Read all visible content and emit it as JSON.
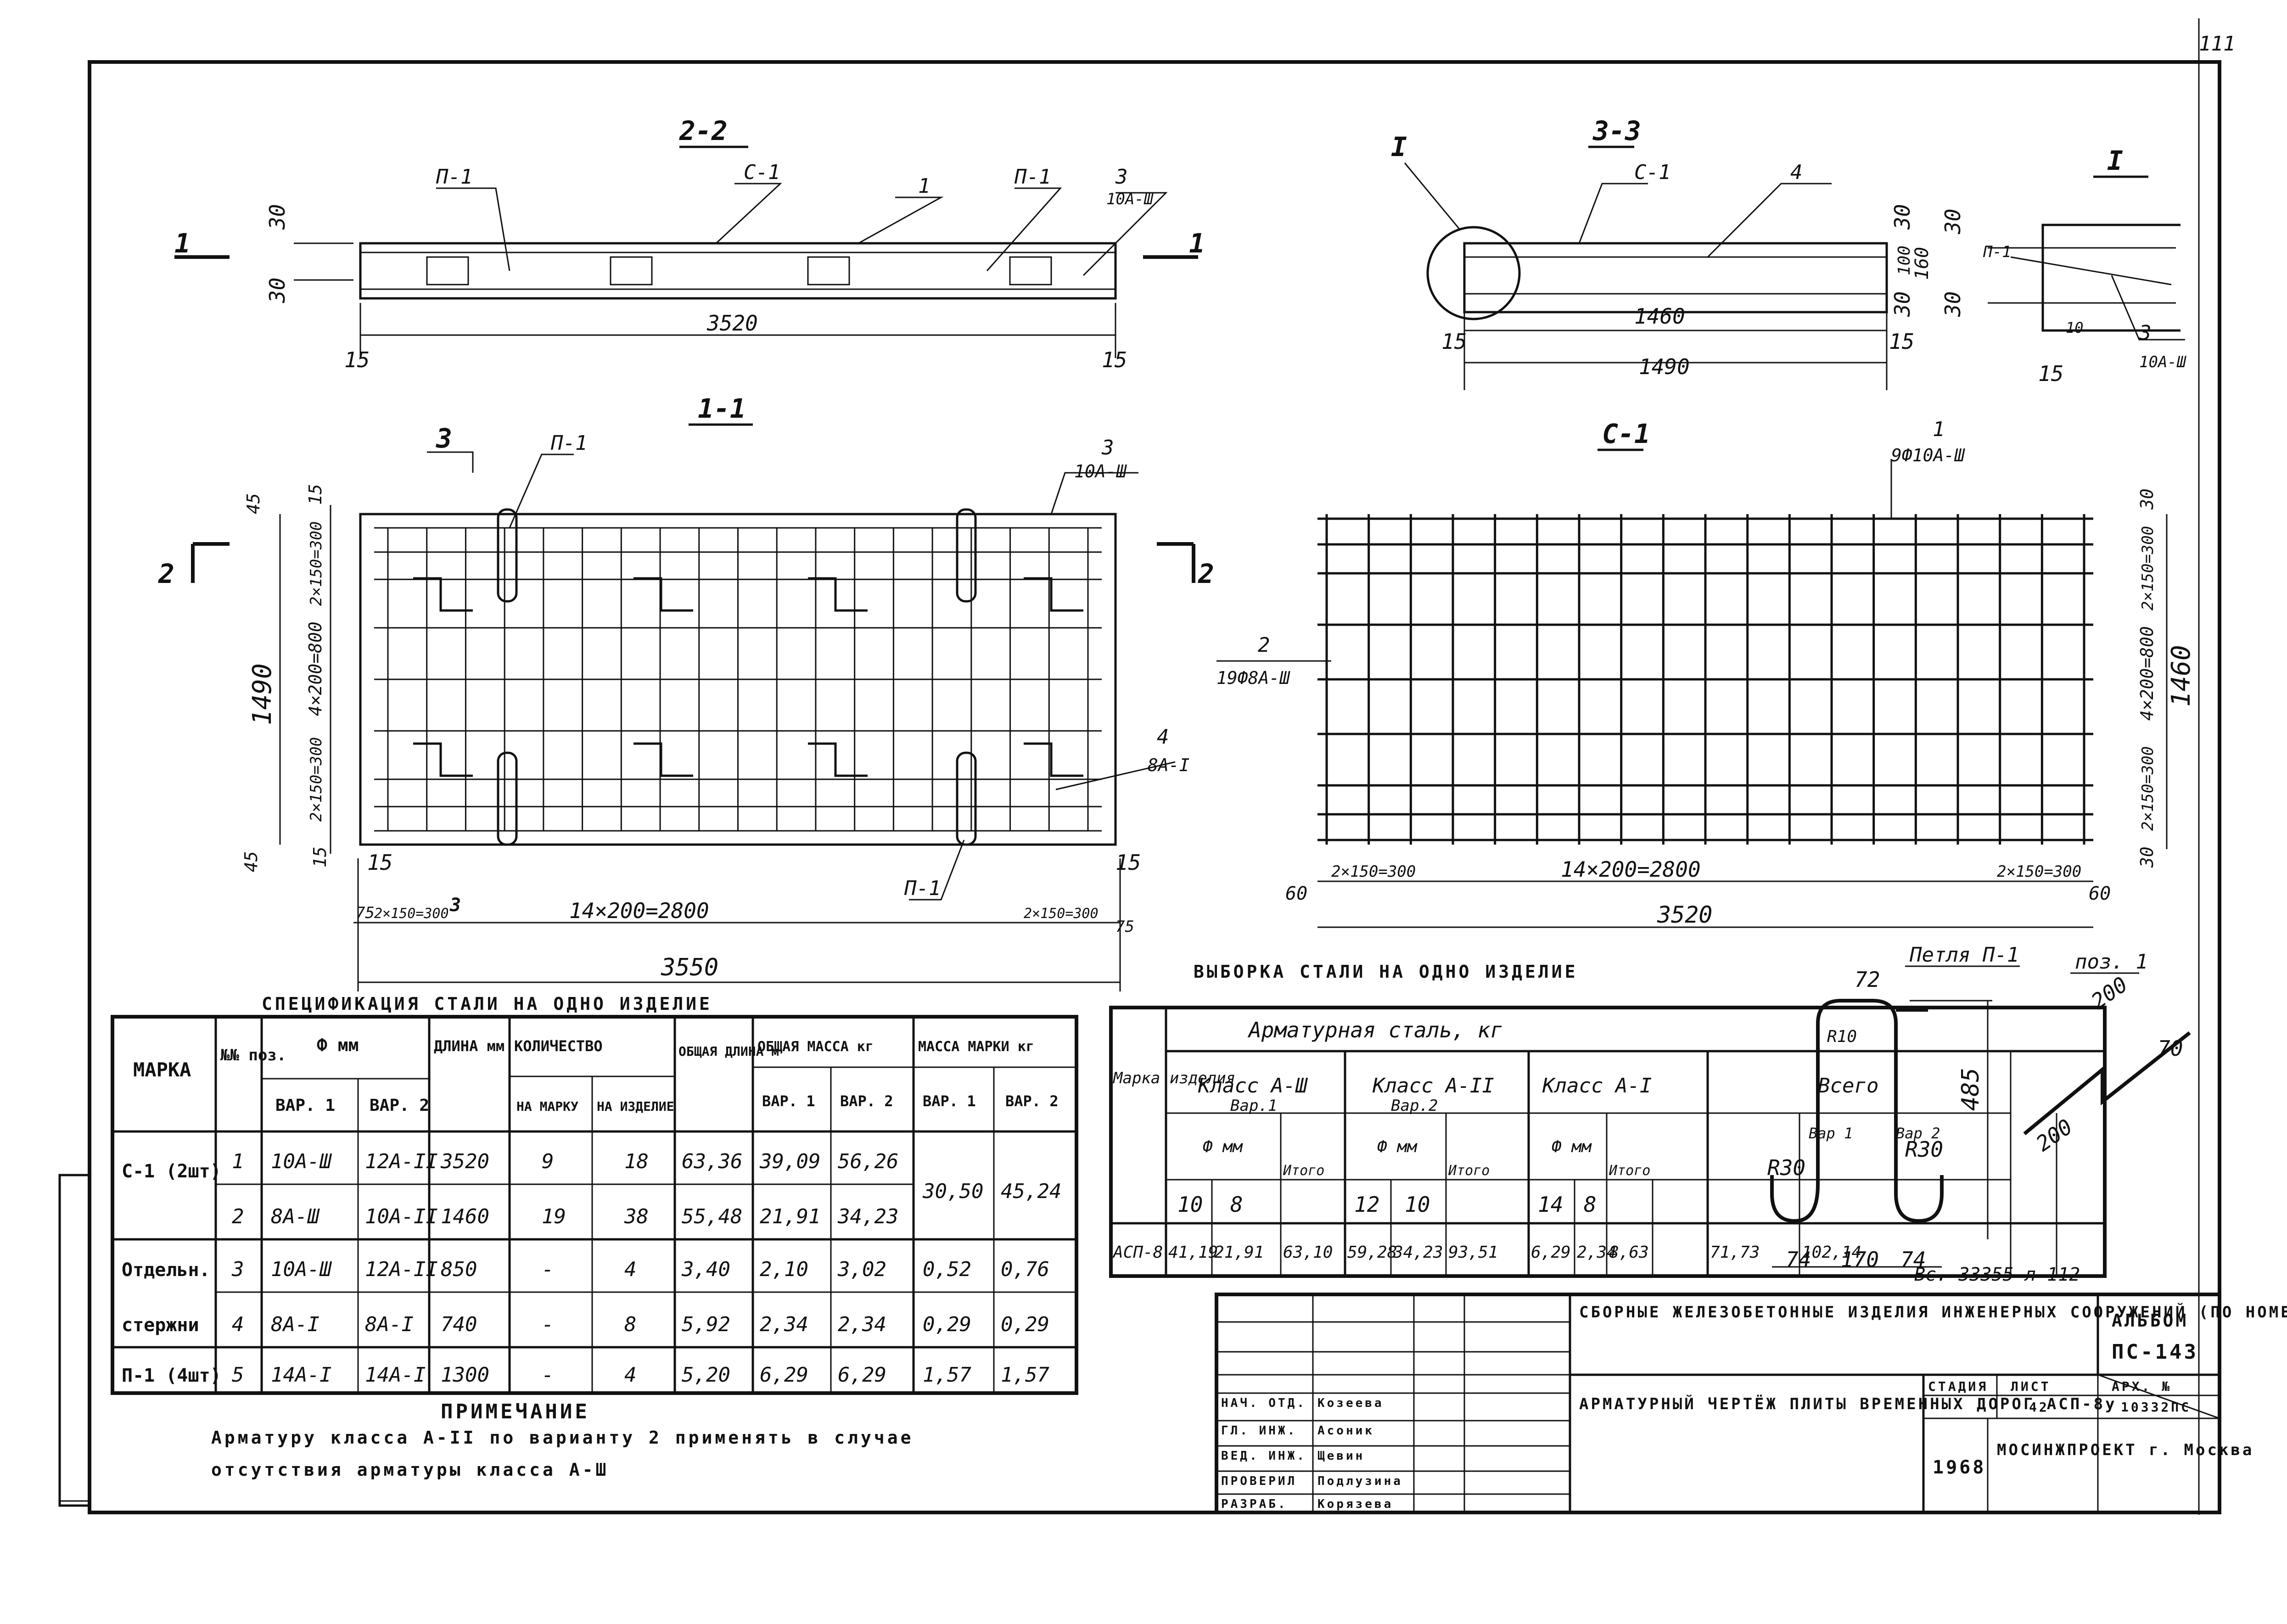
{
  "sheet": {
    "page_number": "111",
    "archive_note": "Вс. 33355 л 112"
  },
  "views": {
    "section_2_2": {
      "title": "2-2",
      "labels": [
        "П-1",
        "С-1",
        "1",
        "П-1",
        "3",
        "10А-Ш"
      ],
      "dims": [
        "30",
        "30",
        "3520",
        "15",
        "15"
      ],
      "cut_marks": [
        "1",
        "1"
      ]
    },
    "section_3_3": {
      "title": "3-3",
      "labels": [
        "I",
        "С-1",
        "4"
      ],
      "dims": [
        "30",
        "100",
        "160",
        "30",
        "1460",
        "1490",
        "15",
        "15"
      ]
    },
    "detail_I": {
      "title": "I",
      "labels": [
        "П-1",
        "3",
        "10А-Ш"
      ],
      "dims": [
        "30",
        "30",
        "10",
        "15"
      ]
    },
    "plan_1_1": {
      "title": "1-1",
      "labels": [
        "3",
        "П-1",
        "3",
        "10А-Ш",
        "4",
        "8А-I",
        "П-1",
        "3"
      ],
      "dims": [
        "45",
        "15",
        "2×150=300",
        "4×200=800",
        "2×150=300",
        "1490",
        "45",
        "15",
        "15",
        "75",
        "2×150=300",
        "14×200=2800",
        "2×150=300",
        "75",
        "3550",
        "15"
      ],
      "cut_marks": [
        "2",
        "2"
      ]
    },
    "mesh_C1": {
      "title": "С-1",
      "labels": [
        "1",
        "9Ф10А-Ш",
        "2",
        "19Ф8А-Ш"
      ],
      "dims": [
        "30",
        "2×150=300",
        "4×200=800",
        "2×150=300",
        "1460",
        "30",
        "60",
        "2×150=300",
        "14×200=2800",
        "2×150=300",
        "60",
        "3520"
      ]
    },
    "loop_P1": {
      "title": "Петля П-1",
      "dims": [
        "72",
        "R10",
        "485",
        "R30",
        "R30",
        "74",
        "170",
        "74"
      ]
    },
    "pos_1": {
      "title": "поз. 1",
      "dims": [
        "200",
        "70",
        "200"
      ]
    }
  },
  "spec_table": {
    "title": "СПЕЦИФИКАЦИЯ СТАЛИ НА ОДНО ИЗДЕЛИЕ",
    "headers": {
      "mark": "МАРКА",
      "pos": "№№ поз.",
      "diam": "Ф мм",
      "var1": "ВАР. 1",
      "var2": "ВАР. 2",
      "length": "ДЛИНА мм",
      "qty": "КОЛИЧЕСТВО",
      "per_mark": "НА МАРКУ",
      "per_item": "НА ИЗДЕЛИЕ",
      "total_len": "ОБЩАЯ ДЛИНА м",
      "total_mass": "ОБЩАЯ МАССА кг",
      "mark_mass": "МАССА МАРКИ кг"
    },
    "rows": [
      {
        "mark": "С-1 (2шт)",
        "pos": "1",
        "d1": "10А-Ш",
        "d2": "12А-II",
        "len": "3520",
        "per_mark": "9",
        "per_item": "18",
        "total_len": "63,36",
        "m1": "39,09",
        "m2": "56,26",
        "mm1": "30,50",
        "mm2": "45,24"
      },
      {
        "mark": "",
        "pos": "2",
        "d1": "8А-Ш",
        "d2": "10А-II",
        "len": "1460",
        "per_mark": "19",
        "per_item": "38",
        "total_len": "55,48",
        "m1": "21,91",
        "m2": "34,23",
        "mm1": "",
        "mm2": ""
      },
      {
        "mark": "Отдельн.",
        "pos": "3",
        "d1": "10А-Ш",
        "d2": "12А-II",
        "len": "850",
        "per_mark": "-",
        "per_item": "4",
        "total_len": "3,40",
        "m1": "2,10",
        "m2": "3,02",
        "mm1": "0,52",
        "mm2": "0,76"
      },
      {
        "mark": "стержни",
        "pos": "4",
        "d1": "8А-I",
        "d2": "8А-I",
        "len": "740",
        "per_mark": "-",
        "per_item": "8",
        "total_len": "5,92",
        "m1": "2,34",
        "m2": "2,34",
        "mm1": "0,29",
        "mm2": "0,29"
      },
      {
        "mark": "П-1 (4шт)",
        "pos": "5",
        "d1": "14А-I",
        "d2": "14А-I",
        "len": "1300",
        "per_mark": "-",
        "per_item": "4",
        "total_len": "5,20",
        "m1": "6,29",
        "m2": "6,29",
        "mm1": "1,57",
        "mm2": "1,57"
      }
    ]
  },
  "note": {
    "title": "ПРИМЕЧАНИЕ",
    "text_line1": "Арматуру класса А-II по варианту 2 применять в случае",
    "text_line2": "отсутствия арматуры класса А-Ш"
  },
  "selection_table": {
    "title": "ВЫБОРКА СТАЛИ НА ОДНО ИЗДЕЛИЕ",
    "group_header": "Арматурная сталь, кг",
    "col_item": "Марка изделия",
    "class3": "Класс А-Ш",
    "var1": "Вар.1",
    "class2": "Класс А-II",
    "var2": "Вар.2",
    "class1": "Класс А-I",
    "total": "Всего",
    "diam": "Ф мм",
    "itogo": "Итого",
    "tv1": "Вар 1",
    "tv2": "Вар 2",
    "sub_d": [
      "10",
      "8",
      "12",
      "10",
      "14",
      "8"
    ],
    "row": [
      "АСП-8",
      "41,19",
      "21,91",
      "63,10",
      "59,28",
      "34,23",
      "93,51",
      "6,29",
      "2,34",
      "8,63",
      "71,73",
      "102,14"
    ]
  },
  "title_block": {
    "description": "СБОРНЫЕ ЖЕЛЕЗОБЕТОННЫЕ ИЗДЕЛИЯ ИНЖЕНЕРНЫХ СООРУЖЕНИЙ (ПО НОМЕНКЛАТУРЕ ГЛАВМОСИНЖСТРОЯ)",
    "album": "АЛЬБОМ",
    "album_no": "ПС-143",
    "sheet_title": "АРМАТУРНЫЙ ЧЕРТЁЖ ПЛИТЫ ВРЕМЕННЫХ ДОРОГ АСП-8у",
    "stage_h": "СТАДИЯ",
    "sheet_h": "ЛИСТ",
    "arch_h": "АРХ. №",
    "stage": "",
    "sheet": "42",
    "arch": "10332ПС",
    "org": "МОСИНЖПРОЕКТ г. Москва",
    "year": "1968",
    "roles": [
      {
        "role": "НАЧ. ОТД.",
        "name": "Козеева"
      },
      {
        "role": "ГЛ. ИНЖ.",
        "name": "Асоник"
      },
      {
        "role": "ВЕД. ИНЖ.",
        "name": "Щевин"
      },
      {
        "role": "ПРОВЕРИЛ",
        "name": "Подлузина"
      },
      {
        "role": "РАЗРАБ.",
        "name": "Корязева"
      }
    ]
  }
}
